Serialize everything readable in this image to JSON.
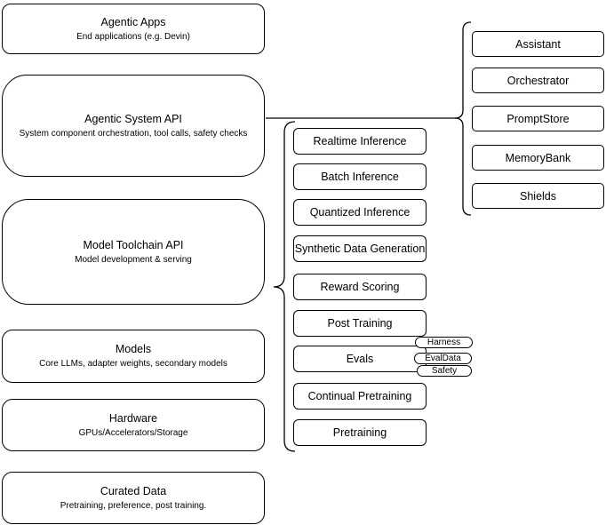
{
  "colors": {
    "stroke": "#000000",
    "background": "#ffffff",
    "text": "#000000"
  },
  "left_stack": [
    {
      "title": "Agentic Apps",
      "subtitle": "End applications (e.g. Devin)"
    },
    {
      "title": "Agentic System API",
      "subtitle": "System component orchestration, tool calls, safety checks"
    },
    {
      "title": "Model Toolchain API",
      "subtitle": "Model development & serving"
    },
    {
      "title": "Models",
      "subtitle": "Core LLMs, adapter weights, secondary models"
    },
    {
      "title": "Hardware",
      "subtitle": "GPUs/Accelerators/Storage"
    },
    {
      "title": "Curated Data",
      "subtitle": "Pretraining, preference, post training."
    }
  ],
  "toolchain_services": [
    "Realtime Inference",
    "Batch Inference",
    "Quantized Inference",
    "Synthetic Data Generation",
    "Reward Scoring",
    "Post Training",
    "Evals",
    "Continual Pretraining",
    "Pretraining"
  ],
  "evals_badges": [
    "Harness",
    "EvalData",
    "Safety"
  ],
  "system_components": [
    "Assistant",
    "Orchestrator",
    "PromptStore",
    "MemoryBank",
    "Shields"
  ]
}
